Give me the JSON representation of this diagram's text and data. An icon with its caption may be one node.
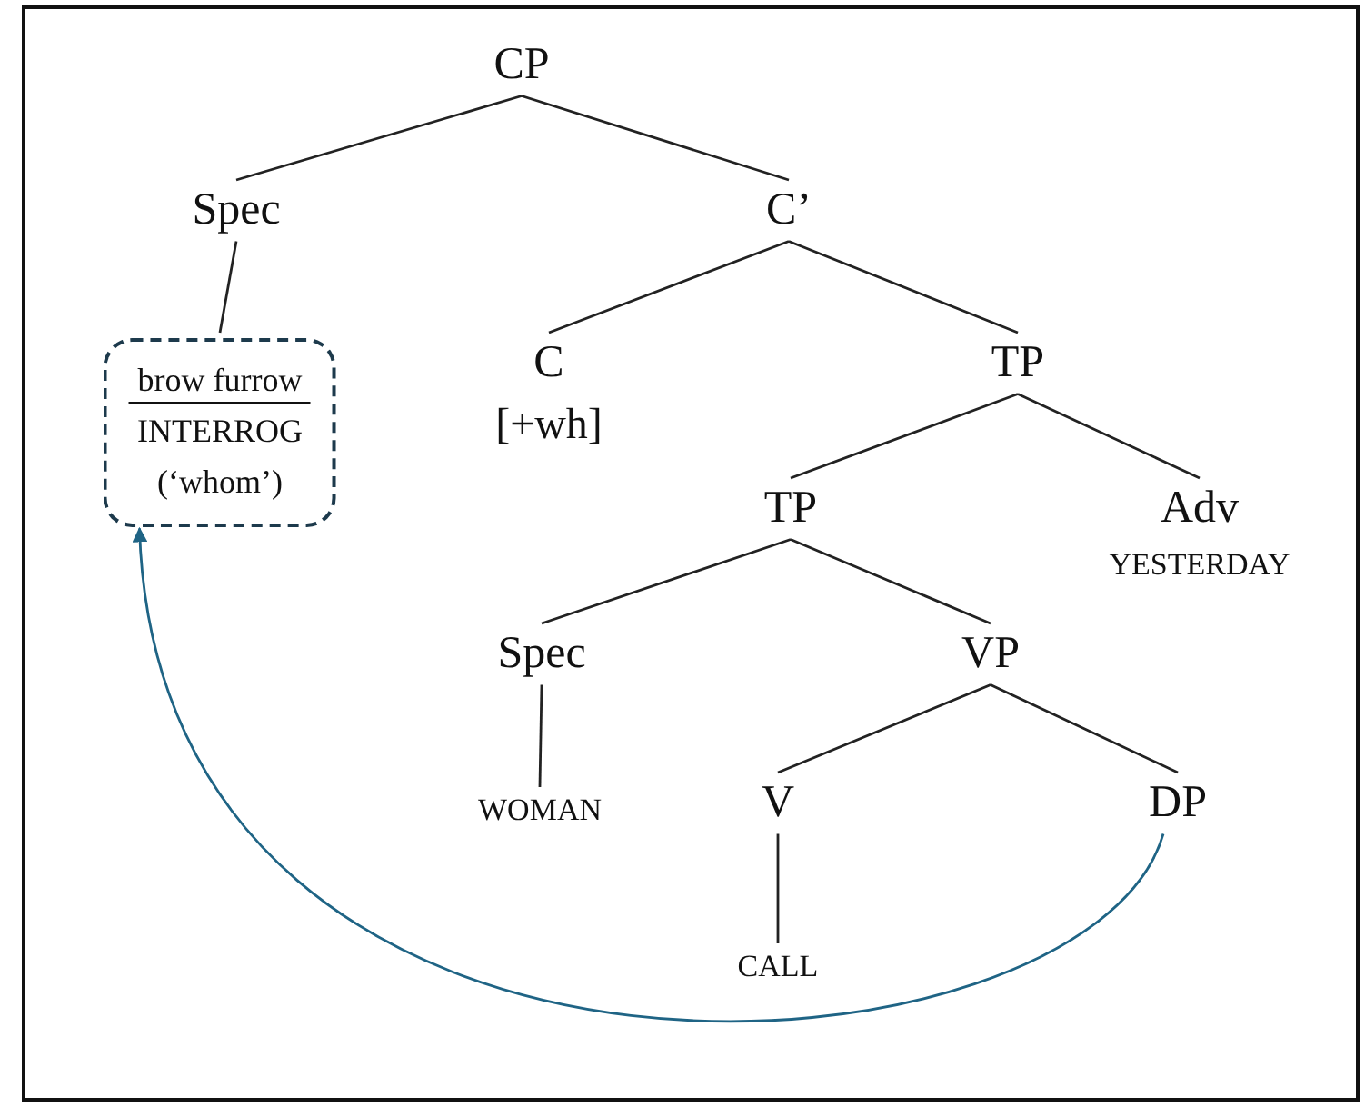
{
  "diagram": {
    "nodes": [
      {
        "text": [
          "CP"
        ]
      },
      {
        "text": [
          "Spec"
        ]
      },
      {
        "text": [
          "C’"
        ]
      },
      {
        "text": [
          "brow furrow",
          "INTERROG",
          "(‘whom’)"
        ]
      },
      {
        "text": [
          "C",
          "[+wh]"
        ]
      },
      {
        "text": [
          "TP"
        ]
      },
      {
        "text": [
          "TP"
        ]
      },
      {
        "text": [
          "Adv",
          "YESTERDAY"
        ]
      },
      {
        "text": [
          "Spec"
        ]
      },
      {
        "text": [
          "VP"
        ]
      },
      {
        "text": [
          "WOMAN"
        ]
      },
      {
        "text": [
          "V"
        ]
      },
      {
        "text": [
          "DP"
        ]
      },
      {
        "text": [
          "CALL"
        ]
      }
    ],
    "edges": [
      {
        "from": 0,
        "to": 1,
        "arrow": "none"
      },
      {
        "from": 0,
        "to": 2,
        "arrow": "none"
      },
      {
        "from": 1,
        "to": 3,
        "arrow": "none"
      },
      {
        "from": 2,
        "to": 4,
        "arrow": "none"
      },
      {
        "from": 2,
        "to": 5,
        "arrow": "none"
      },
      {
        "from": 5,
        "to": 6,
        "arrow": "none"
      },
      {
        "from": 5,
        "to": 7,
        "arrow": "none"
      },
      {
        "from": 6,
        "to": 8,
        "arrow": "none"
      },
      {
        "from": 6,
        "to": 9,
        "arrow": "none"
      },
      {
        "from": 8,
        "to": 10,
        "arrow": "none"
      },
      {
        "from": 9,
        "to": 11,
        "arrow": "none"
      },
      {
        "from": 9,
        "to": 12,
        "arrow": "none"
      },
      {
        "from": 11,
        "to": 13,
        "arrow": "none"
      },
      {
        "from": 12,
        "to": 3,
        "arrow": "to",
        "color": "#1f6485"
      }
    ]
  }
}
